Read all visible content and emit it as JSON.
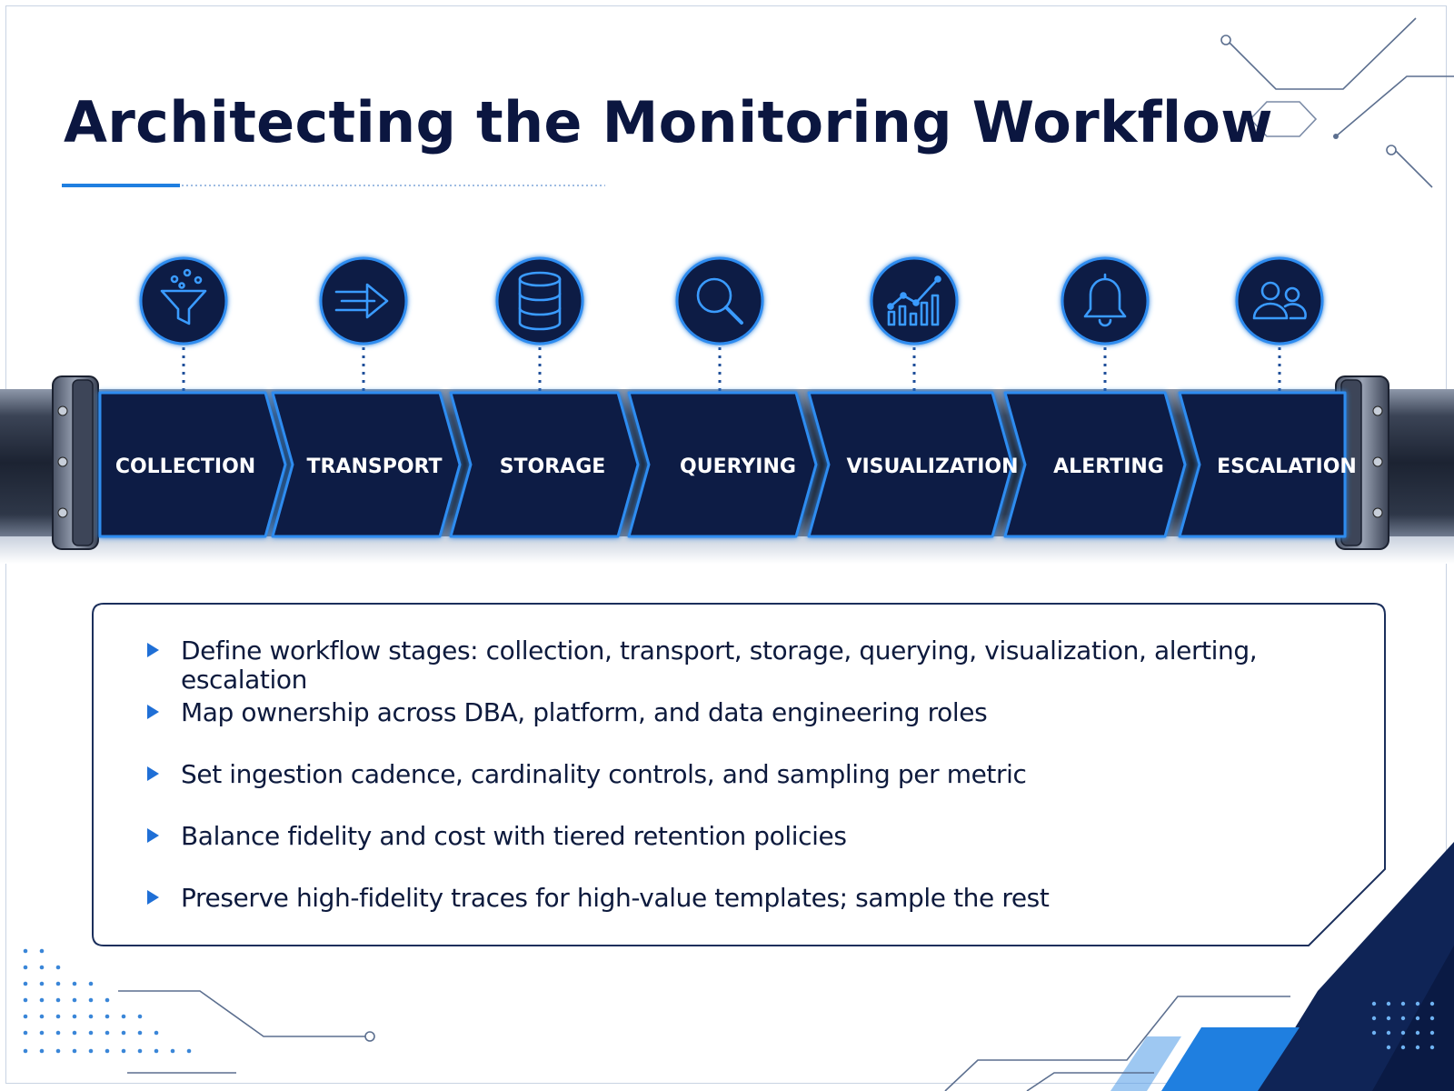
{
  "title": "Architecting the Monitoring Workflow",
  "colors": {
    "navy": "#0b1640",
    "stage_fill": "#0c1a45",
    "accent_blue": "#1f7fe0",
    "glow_blue": "#2d8cf0",
    "pipe_dark": "#2a3344"
  },
  "stages": [
    {
      "label": "COLLECTION",
      "icon": "funnel-icon"
    },
    {
      "label": "TRANSPORT",
      "icon": "arrow-right-icon"
    },
    {
      "label": "STORAGE",
      "icon": "database-icon"
    },
    {
      "label": "QUERYING",
      "icon": "magnifier-icon"
    },
    {
      "label": "VISUALIZATION",
      "icon": "bar-chart-icon"
    },
    {
      "label": "ALERTING",
      "icon": "bell-icon"
    },
    {
      "label": "ESCALATION",
      "icon": "users-icon"
    }
  ],
  "bullets": [
    "Define workflow stages: collection, transport, storage, querying, visualization, alerting, escalation",
    "Map ownership across DBA, platform, and data engineering roles",
    "Set ingestion cadence, cardinality controls, and sampling per metric",
    "Balance fidelity and cost with tiered retention policies",
    "Preserve high-fidelity traces for high-value templates; sample the rest"
  ]
}
